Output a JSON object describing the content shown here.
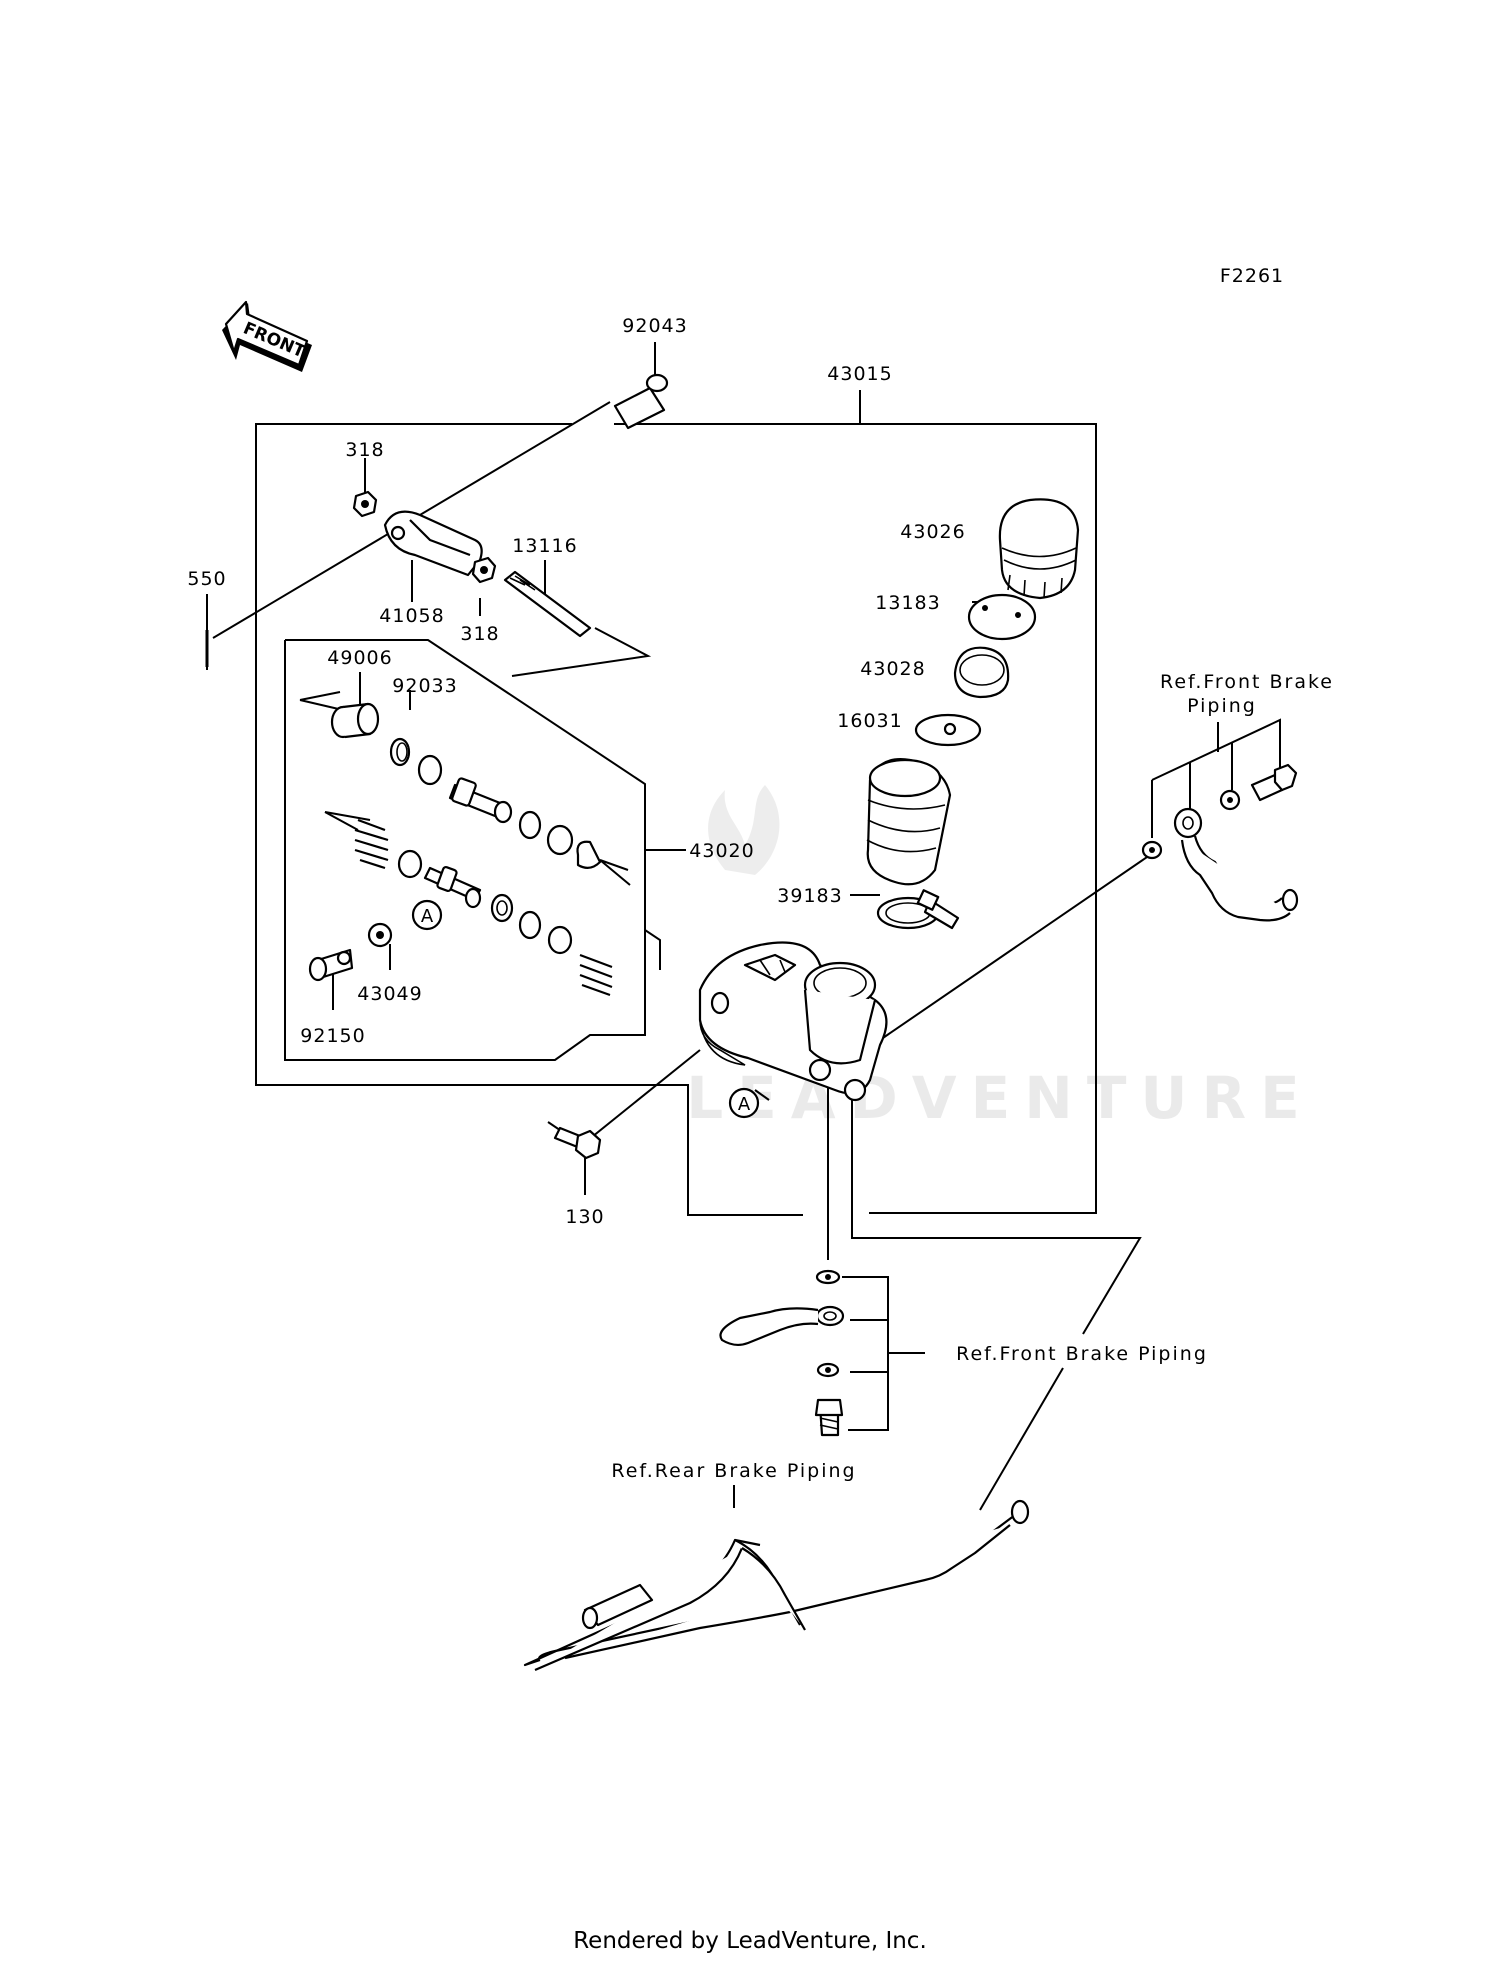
{
  "diagram": {
    "figure_code": "F2261",
    "front_arrow_label": "FRONT",
    "watermark": "LEADVENTURE",
    "callouts": [
      {
        "id": "92043",
        "text": "92043"
      },
      {
        "id": "43015",
        "text": "43015"
      },
      {
        "id": "318a",
        "text": "318"
      },
      {
        "id": "318b",
        "text": "318"
      },
      {
        "id": "41058",
        "text": "41058"
      },
      {
        "id": "13116",
        "text": "13116"
      },
      {
        "id": "550",
        "text": "550"
      },
      {
        "id": "49006",
        "text": "49006"
      },
      {
        "id": "92033",
        "text": "92033"
      },
      {
        "id": "43020",
        "text": "43020"
      },
      {
        "id": "43049",
        "text": "43049"
      },
      {
        "id": "92150",
        "text": "92150"
      },
      {
        "id": "43026",
        "text": "43026"
      },
      {
        "id": "13183",
        "text": "13183"
      },
      {
        "id": "43028",
        "text": "43028"
      },
      {
        "id": "16031",
        "text": "16031"
      },
      {
        "id": "39183",
        "text": "39183"
      },
      {
        "id": "130",
        "text": "130"
      }
    ],
    "markers": [
      "A",
      "A"
    ],
    "references": {
      "front_brake_upper_line1": "Ref.Front Brake",
      "front_brake_upper_line2": "Piping",
      "front_brake_lower": "Ref.Front Brake Piping",
      "rear_brake": "Ref.Rear Brake Piping"
    }
  },
  "footer": {
    "text": "Rendered by LeadVenture, Inc."
  }
}
